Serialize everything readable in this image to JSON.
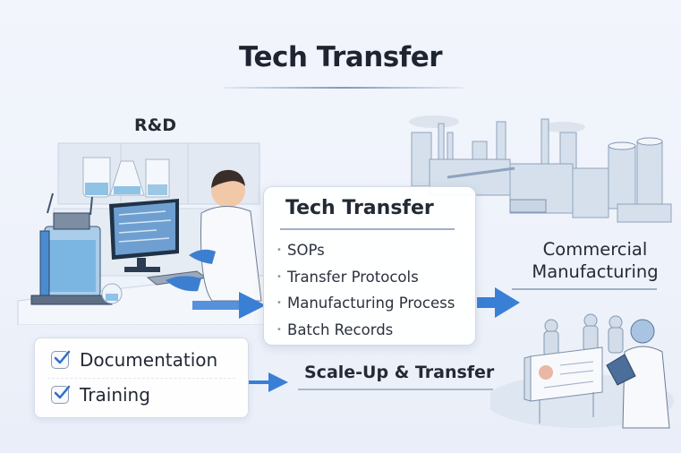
{
  "title": "Tech Transfer",
  "rd": {
    "label": "R&D"
  },
  "tech_transfer_card": {
    "title": "Tech Transfer",
    "items": [
      "SOPs",
      "Transfer Protocols",
      "Manufacturing Process",
      "Batch Records"
    ]
  },
  "checklist": {
    "items": [
      {
        "label": "Documentation",
        "checked": true
      },
      {
        "label": "Training",
        "checked": true
      }
    ]
  },
  "scale_up": {
    "label": "Scale-Up & Transfer"
  },
  "commercial": {
    "line1": "Commercial",
    "line2": "Manufacturing"
  },
  "colors": {
    "accent_blue": "#3a7fd6",
    "background": "#eef2fa",
    "text_dark": "#1e2530"
  },
  "icons": [
    "arrow-right-icon",
    "checkbox-checked-icon"
  ]
}
